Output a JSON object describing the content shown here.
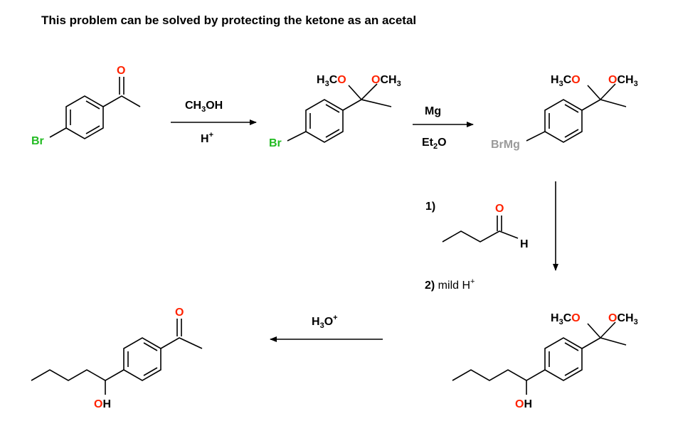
{
  "title": "This problem can be solved by protecting the ketone as an acetal",
  "colors": {
    "oxygen": "#ff2200",
    "bromine": "#22bb22",
    "magnesium": "#9a9a9a",
    "bond": "#000000"
  },
  "atoms": {
    "o": "O",
    "br": "Br",
    "brmg": "BrMg",
    "h": "H",
    "oh_o": "O",
    "oh_h": "H",
    "h3c_h": "H",
    "h3c_3": "3",
    "h3c_c": "C",
    "och3_o": "O",
    "och3_ch": "CH",
    "och3_3": "3"
  },
  "conditions": {
    "step1_top_a": "CH",
    "step1_top_sub": "3",
    "step1_top_b": "OH",
    "step1_bottom": "H",
    "step1_bottom_sup": "+",
    "step2_top": "Mg",
    "step2_bottom_a": "Et",
    "step2_bottom_sub": "2",
    "step2_bottom_b": "O",
    "step3_label1": "1)",
    "step3_label2": "2)",
    "step3_text2": " mild H",
    "step3_sup": "+",
    "step4_a": "H",
    "step4_sub": "3",
    "step4_b": "O",
    "step4_sup": "+"
  }
}
